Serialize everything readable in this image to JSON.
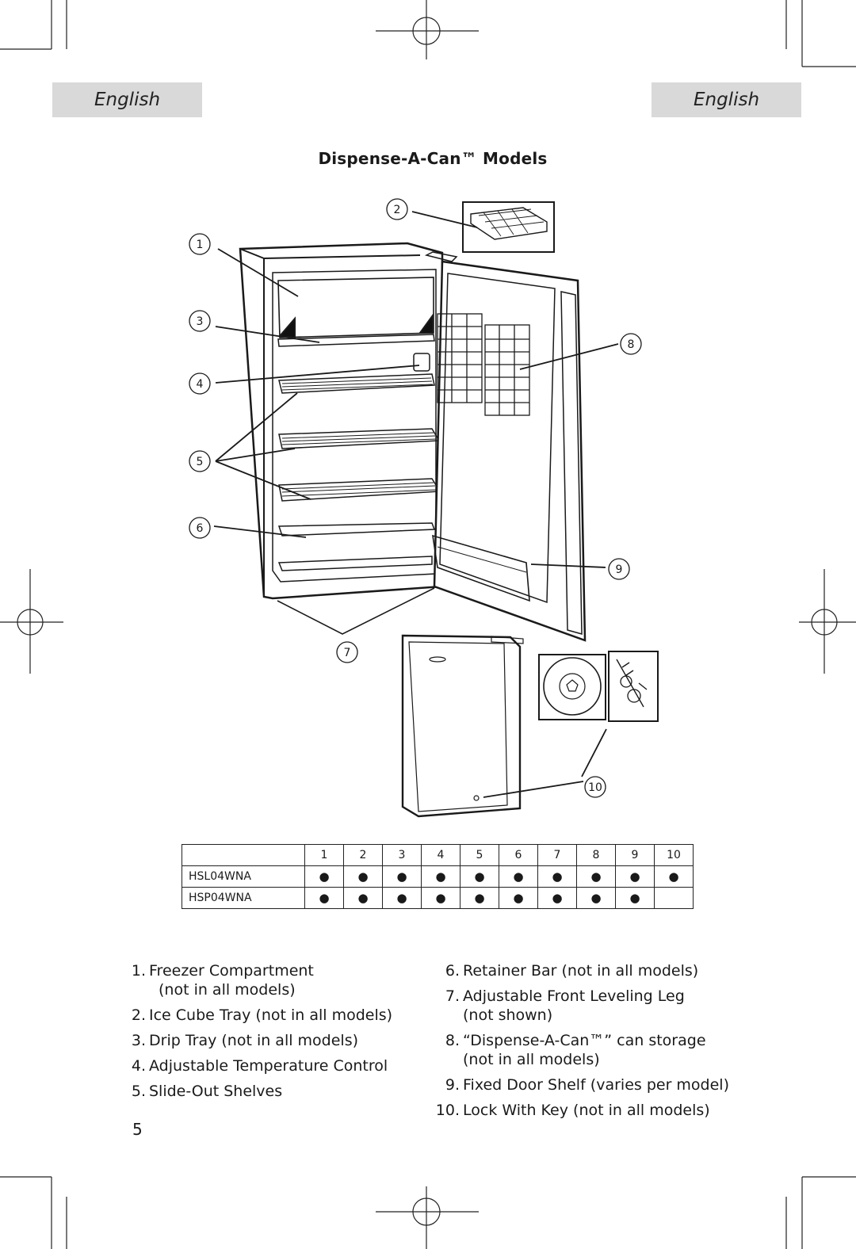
{
  "header": {
    "lang_left": "English",
    "lang_right": "English"
  },
  "title": "Dispense-A-Can™ Models",
  "callouts": [
    "1",
    "2",
    "3",
    "4",
    "5",
    "6",
    "7",
    "8",
    "9",
    "10"
  ],
  "table": {
    "columns": [
      "1",
      "2",
      "3",
      "4",
      "5",
      "6",
      "7",
      "8",
      "9",
      "10"
    ],
    "rows": [
      {
        "model": "HSL04WNA",
        "marks": [
          "●",
          "●",
          "●",
          "●",
          "●",
          "●",
          "●",
          "●",
          "●",
          "●"
        ]
      },
      {
        "model": "HSP04WNA",
        "marks": [
          "●",
          "●",
          "●",
          "●",
          "●",
          "●",
          "●",
          "●",
          "●",
          ""
        ]
      }
    ]
  },
  "legend_left": [
    {
      "num": "1.",
      "text": "Freezer Compartment",
      "text2": "(not in all models)"
    },
    {
      "num": "2.",
      "text": "Ice Cube Tray (not in all models)"
    },
    {
      "num": "3.",
      "text": "Drip Tray (not in all models)"
    },
    {
      "num": "4.",
      "text": "Adjustable Temperature Control"
    },
    {
      "num": "5.",
      "text": "Slide-Out Shelves"
    }
  ],
  "legend_right": [
    {
      "num": "6.",
      "text": "Retainer Bar (not in all models)"
    },
    {
      "num": "7.",
      "text": "Adjustable Front Leveling Leg",
      "text2": "(not shown)"
    },
    {
      "num": "8.",
      "text": "“Dispense-A-Can™” can storage",
      "text2": "(not in all models)"
    },
    {
      "num": "9.",
      "text": "Fixed Door Shelf (varies per model)"
    },
    {
      "num": "10.",
      "text": "Lock With Key (not in all models)"
    }
  ],
  "page_number": "5"
}
